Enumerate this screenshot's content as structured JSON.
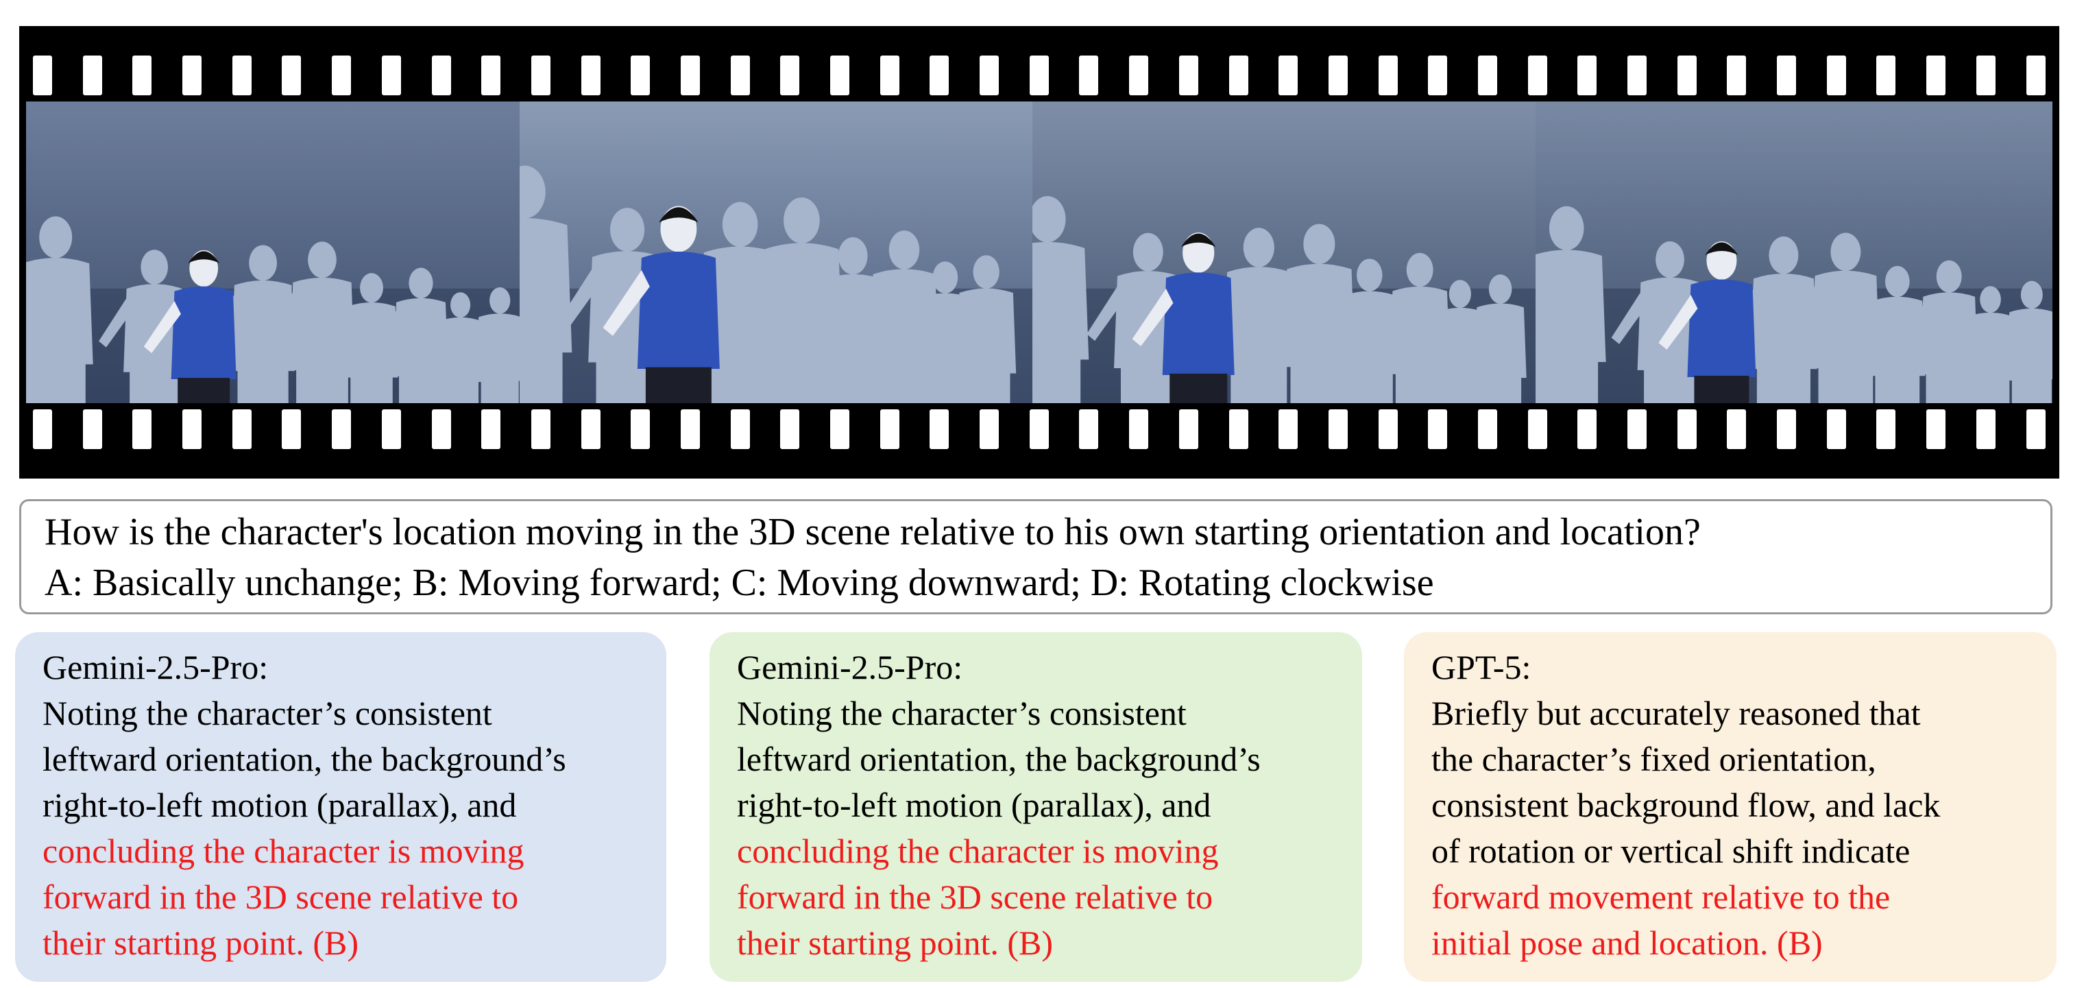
{
  "filmstrip": {
    "frame_count": 4,
    "sprocket_count": 41,
    "colors": {
      "strip": "#000000",
      "sprocket": "#ffffff",
      "character_shirt": "#2f52b8",
      "crowd": "#a6b4cc",
      "background": "#45597a"
    }
  },
  "question": {
    "line1": "How is the character's location moving in the 3D scene relative to his own starting orientation and location?",
    "line2": "A: Basically unchange; B: Moving forward; C: Moving downward; D: Rotating clockwise"
  },
  "cards": [
    {
      "model": "Gemini-2.5-Pro:",
      "lines": [
        "Noting the character’s consistent",
        "leftward orientation, the background’s",
        "right-to-left motion (parallax), and"
      ],
      "highlight_lines": [
        "concluding the character is moving",
        "forward in the 3D scene relative to",
        "their starting point. (B)"
      ],
      "background": "#dae4f2"
    },
    {
      "model": "Gemini-2.5-Pro:",
      "lines": [
        "Noting the character’s consistent",
        "leftward orientation, the background’s",
        "right-to-left motion (parallax), and"
      ],
      "highlight_lines": [
        "concluding the character is moving",
        "forward in the 3D scene relative to",
        "their starting point. (B)"
      ],
      "background": "#e1f2d6"
    },
    {
      "model": "GPT-5:",
      "lines": [
        "Briefly but accurately reasoned that",
        "the character’s fixed orientation,",
        "consistent background flow, and lack",
        "of rotation or vertical shift indicate"
      ],
      "highlight_lines": [
        "forward movement relative to the",
        "initial pose and location. (B)"
      ],
      "background": "#fcf0de"
    }
  ],
  "highlight_color": "#ee1c1c"
}
